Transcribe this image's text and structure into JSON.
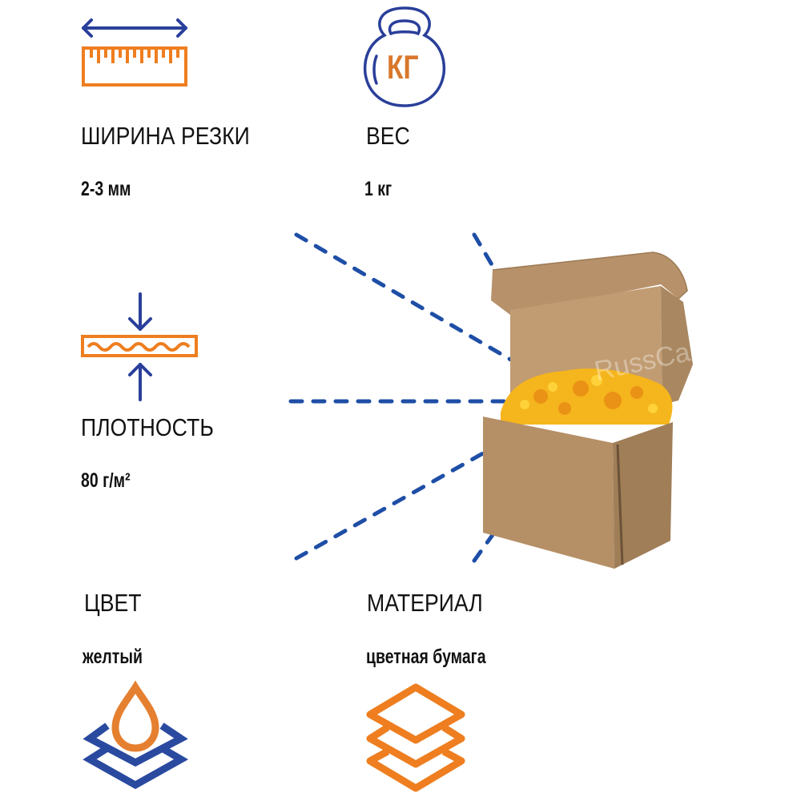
{
  "colors": {
    "blue": "#2a3f9a",
    "orange": "#ee7e1f",
    "dash_blue": "#1e4ea6",
    "cardboard": "#b8946a",
    "filler": "#f6b51c"
  },
  "specs": [
    {
      "icon": "ruler-width-icon",
      "label": "ШИРИНА РЕЗКИ",
      "value": "2-3 мм"
    },
    {
      "icon": "kettlebell-kg-icon",
      "icon_text": "КГ",
      "label": "ВЕС",
      "value": "1 кг"
    },
    {
      "icon": "compression-density-icon",
      "label": "ПЛОТНОСТЬ",
      "value": "80 г/м²"
    },
    {
      "icon": "drop-layers-color-icon",
      "label": "ЦВЕТ",
      "value": "желтый"
    },
    {
      "icon": "paper-layers-icon",
      "label": "МАТЕРИАЛ",
      "value": "цветная бумага"
    }
  ],
  "product": {
    "image": "cardboard-box-with-yellow-shredded-paper",
    "watermark": "RussCarton"
  }
}
